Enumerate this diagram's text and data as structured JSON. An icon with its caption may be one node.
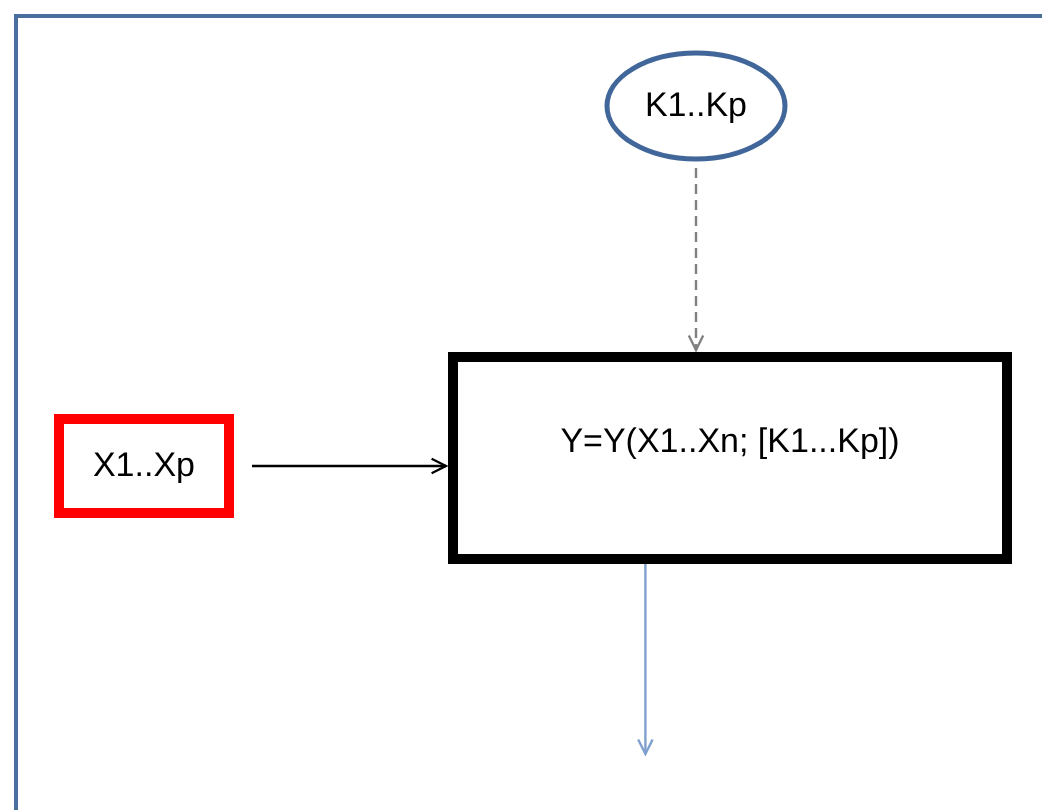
{
  "diagram": {
    "nodes": [
      {
        "text": [
          "K1..Kp"
        ]
      },
      {
        "text": [
          "X1..Xp"
        ]
      },
      {
        "text": [
          "Y=Y(X1..Xn; [K1...Kp])"
        ]
      }
    ],
    "edges": [
      {
        "from": 0,
        "to": 2,
        "arrow": "to",
        "style": "dashed",
        "color": "#808080"
      },
      {
        "from": 1,
        "to": 2,
        "arrow": "to",
        "color": "#000000"
      },
      {
        "from": 2,
        "to": null,
        "arrow": "to",
        "color": "#7f9fcf"
      }
    ]
  }
}
